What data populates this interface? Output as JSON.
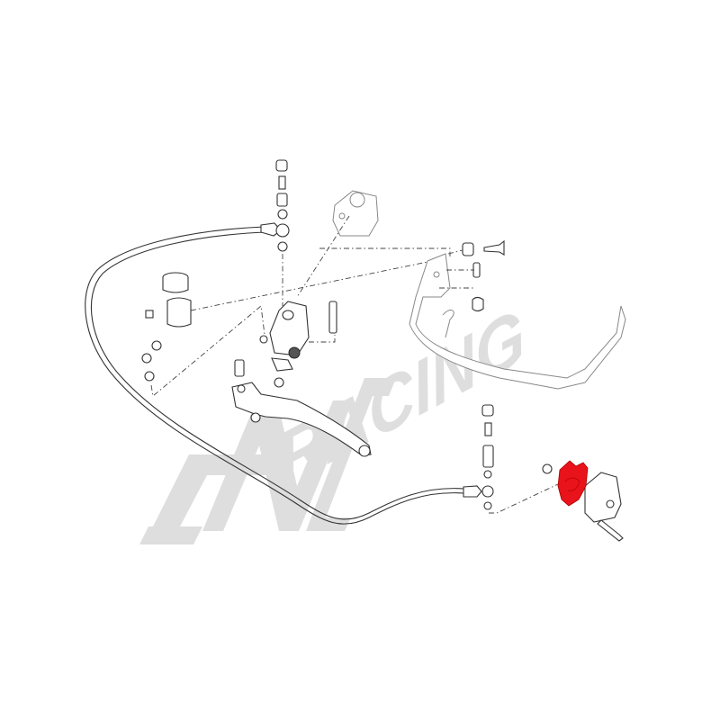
{
  "watermark": {
    "brand_primary": "CNC",
    "brand_secondary": "RACING",
    "color": "#dedede"
  },
  "diagram": {
    "type": "exploded-parts-diagram",
    "subject": "hydraulic clutch system",
    "highlighted_part": {
      "name": "clutch slave cylinder cover",
      "color": "#e8131b"
    },
    "components": [
      "clutch-master-cylinder",
      "fluid-reservoir",
      "reservoir-hose",
      "clutch-lever",
      "lever-pivot-bolt",
      "handlebar-clamp",
      "hydraulic-hose",
      "banjo-bolt-upper",
      "banjo-bolt-lower",
      "lever-guard",
      "slave-cylinder",
      "slave-cylinder-cover",
      "mounting-bolt"
    ],
    "line_color": "#333333",
    "background": "#ffffff"
  }
}
